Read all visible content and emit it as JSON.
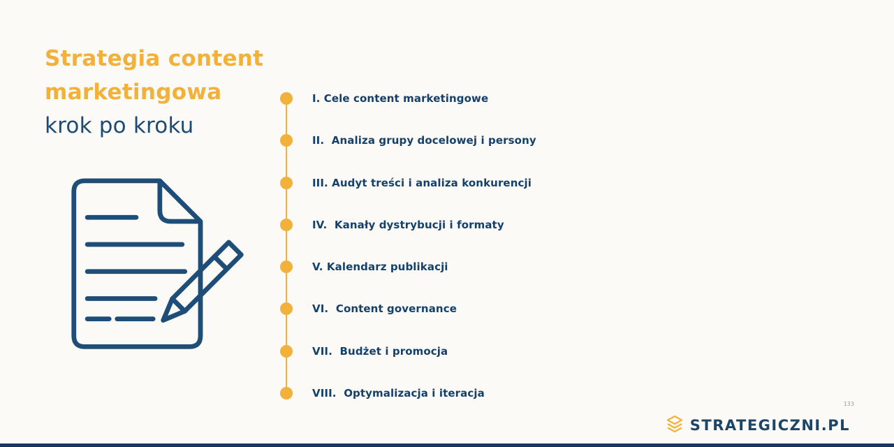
{
  "title": {
    "line1": "Strategia content",
    "line2": "marketingowa",
    "line3": "krok po kroku"
  },
  "timeline": {
    "items": [
      "I. Cele content marketingowe",
      "II.  Analiza grupy docelowej i persony",
      "III. Audyt treści i analiza konkurencji",
      "IV.  Kanały dystrybucji i formaty",
      "V. Kalendarz publikacji",
      "VI.  Content governance",
      "VII.  Budżet i promocja",
      "VIII.  Optymalizacja i iteracja"
    ]
  },
  "footer": {
    "brand": "STRATEGICZNI.PL",
    "page_number": "133"
  },
  "colors": {
    "accent_yellow": "#F2B13B",
    "navy": "#1E4B73",
    "background": "#FBFAF7"
  },
  "icons": {
    "illustration": "document-pencil-icon",
    "logo": "layers-logo-icon",
    "timeline_marker": "timeline-dot"
  }
}
